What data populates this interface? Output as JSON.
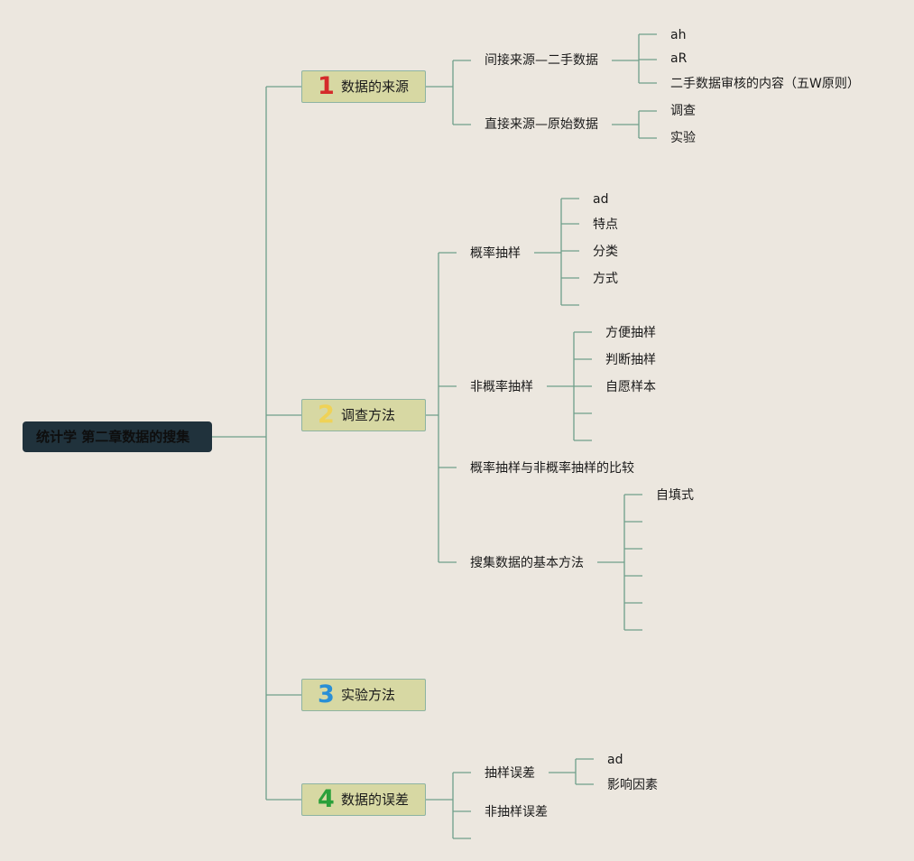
{
  "root": "统计学 第二章数据的搜集",
  "branches": [
    {
      "num": "1",
      "num_color": "#d42a2a",
      "label": "数据的来源"
    },
    {
      "num": "2",
      "num_color": "#efd257",
      "label": "调查方法"
    },
    {
      "num": "3",
      "num_color": "#2a8fd6",
      "label": "实验方法"
    },
    {
      "num": "4",
      "num_color": "#2aa03a",
      "label": "数据的误差"
    }
  ],
  "b1": {
    "indirect": "间接来源—二手数据",
    "indirect_children": [
      "ah",
      "aR",
      "二手数据审核的内容（五W原则）"
    ],
    "direct": "直接来源—原始数据",
    "direct_children": [
      "调查",
      "实验"
    ]
  },
  "b2": {
    "prob": "概率抽样",
    "prob_children": [
      "ad",
      "特点",
      "分类",
      "方式",
      ""
    ],
    "nonprob": "非概率抽样",
    "nonprob_children": [
      "方便抽样",
      "判断抽样",
      "自愿样本",
      "",
      ""
    ],
    "compare": "概率抽样与非概率抽样的比较",
    "basic": "搜集数据的基本方法",
    "basic_children": [
      "自填式",
      "",
      "",
      "",
      "",
      ""
    ]
  },
  "b4": {
    "sampling": "抽样误差",
    "sampling_children": [
      "ad",
      "影响因素"
    ],
    "nonsampling": "非抽样误差",
    "extra": ""
  },
  "colors": {
    "line": "#6f9e8a",
    "background": "#ece7df",
    "root_bg": "#20323c",
    "branch_bg": "#d7d8a3"
  }
}
